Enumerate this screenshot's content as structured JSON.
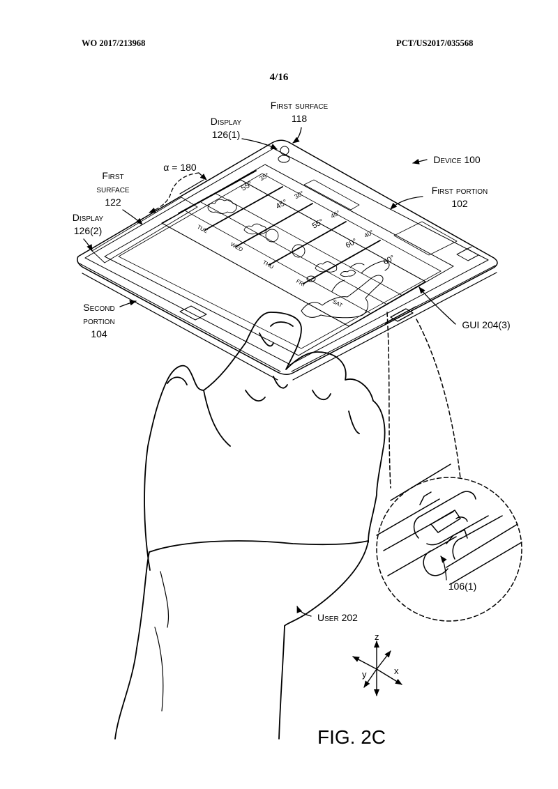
{
  "header": {
    "pub_number": "WO 2017/213968",
    "app_number": "PCT/US2017/035568",
    "sheet": "4/16"
  },
  "labels": {
    "first_surface_118": {
      "title": "First surface",
      "ref": "118"
    },
    "display_126_1": {
      "title": "Display",
      "ref": "126(1)"
    },
    "alpha": "α = 180",
    "device": "Device 100",
    "first_surface_122": {
      "line1": "First",
      "line2": "surface",
      "ref": "122"
    },
    "first_portion": {
      "title": "First portion",
      "ref": "102"
    },
    "display_126_2": {
      "title": "Display",
      "ref": "126(2)"
    },
    "second_portion": {
      "line1": "Second",
      "line2": "portion",
      "ref": "104"
    },
    "gui": "GUI 204(3)",
    "hinge": "106(1)",
    "user": "User 202"
  },
  "weather": {
    "days": [
      "TUE",
      "WED",
      "THU",
      "FRI",
      "SAT"
    ],
    "highs": [
      "55°",
      "45°",
      "55°",
      "60°",
      "60°"
    ],
    "lows": [
      "35°",
      "30°",
      "45°",
      "40°"
    ]
  },
  "axes": {
    "z": "z",
    "y": "y",
    "x": "x"
  },
  "figure_caption": "FIG. 2C"
}
